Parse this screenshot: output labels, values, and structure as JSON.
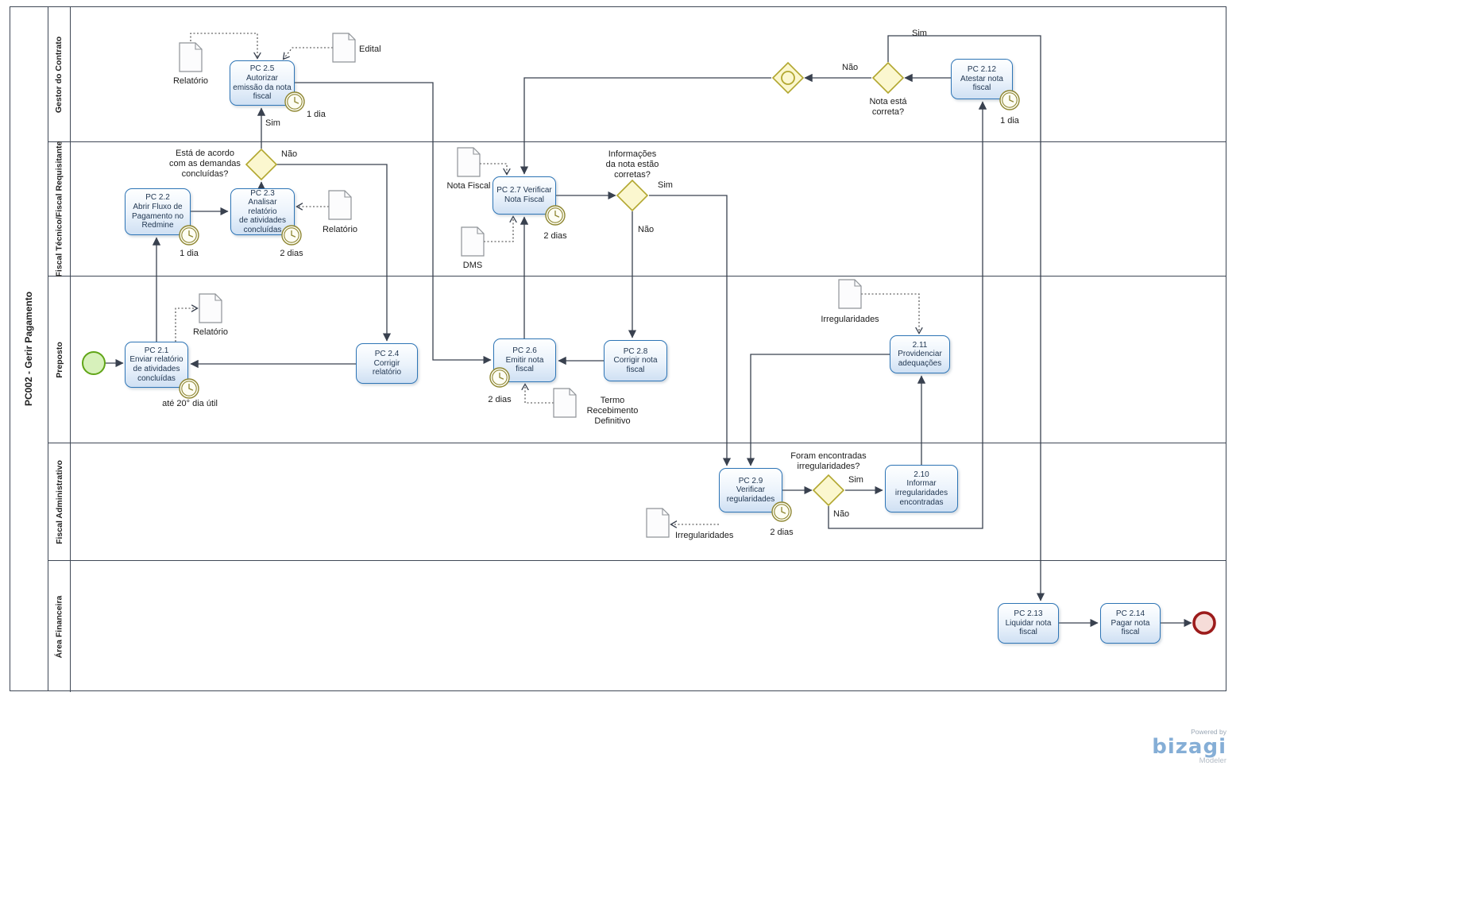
{
  "pool": {
    "title": "PC002 - Gerir Pagamento"
  },
  "lanes": [
    {
      "label": "Gestor do Contrato"
    },
    {
      "label": "Fiscal Técnico/Fiscal Requisitante"
    },
    {
      "label": "Preposto"
    },
    {
      "label": "Fiscal Administrativo"
    },
    {
      "label": "Área Financeira"
    }
  ],
  "tasks": [
    {
      "label": "PC 2.1\nEnviar relatório\nde atividades\nconcluídas"
    },
    {
      "label": "PC 2.2\nAbrir Fluxo de\nPagamento no\nRedmine"
    },
    {
      "label": "PC 2.3\nAnalisar relatório\nde atividades\nconcluídas"
    },
    {
      "label": "PC 2.4\nCorrigir\nrelatório"
    },
    {
      "label": "PC 2.5\nAutorizar\nemissão da nota\nfiscal"
    },
    {
      "label": "PC 2.6\nEmitir nota\nfiscal"
    },
    {
      "label": "PC 2.7 Verificar\nNota Fiscal"
    },
    {
      "label": "PC 2.8\nCorrigir nota\nfiscal"
    },
    {
      "label": "PC 2.9\nVerificar\nregularidades"
    },
    {
      "label": "2.10\nInformar\nirregularidades\nencontradas"
    },
    {
      "label": "2.11\nProvidenciar\nadequações"
    },
    {
      "label": "PC 2.12\nAtestar nota\nfiscal"
    },
    {
      "label": "PC 2.13\nLiquidar nota\nfiscal"
    },
    {
      "label": "PC 2.14\nPagar nota\nfiscal"
    }
  ],
  "timer_labels": [
    "1 dia",
    "2 dias",
    "1 dia",
    "até 20° dia útil",
    "2 dias",
    "2 dias",
    "2 dias",
    "1 dia"
  ],
  "gateways": [
    {
      "question": "Está de acordo\ncom as demandas\nconcluídas?",
      "yes": "Sim",
      "no": "Não"
    },
    {
      "question": "Informações\nda nota estão\ncorretas?",
      "yes": "Sim",
      "no": "Não"
    },
    {
      "question": "Foram encontradas\nirregularidades?",
      "yes": "Sim",
      "no": "Não"
    },
    {
      "question": "Nota está\ncorreta?",
      "yes": "Sim",
      "no": "Não"
    }
  ],
  "documents": [
    {
      "label": "Relatório"
    },
    {
      "label": "Edital"
    },
    {
      "label": "Relatório"
    },
    {
      "label": "Nota Fiscal"
    },
    {
      "label": "DMS"
    },
    {
      "label": "Relatório"
    },
    {
      "label": "Termo\nRecebimento\nDefinitivo"
    },
    {
      "label": "Irregularidades"
    },
    {
      "label": "Irregularidades"
    }
  ],
  "icons": {
    "start_event": "green-circle",
    "end_event": "red-ring",
    "timer_event": "clock",
    "merge_gateway": "circle-in-diamond",
    "document": "page-folded-corner"
  },
  "colors": {
    "task_border": "#2e75b6",
    "task_fill": "#dce9f8",
    "gateway_border": "#b2a72f",
    "gateway_fill": "#fbf7cf",
    "start_event": "#60a517",
    "end_event": "#9c1b1b",
    "timer_event": "#8e8632",
    "flow_line": "#39414f"
  },
  "footer": {
    "powered_by": "Powered by",
    "brand": "bizagi",
    "product": "Modeler"
  }
}
